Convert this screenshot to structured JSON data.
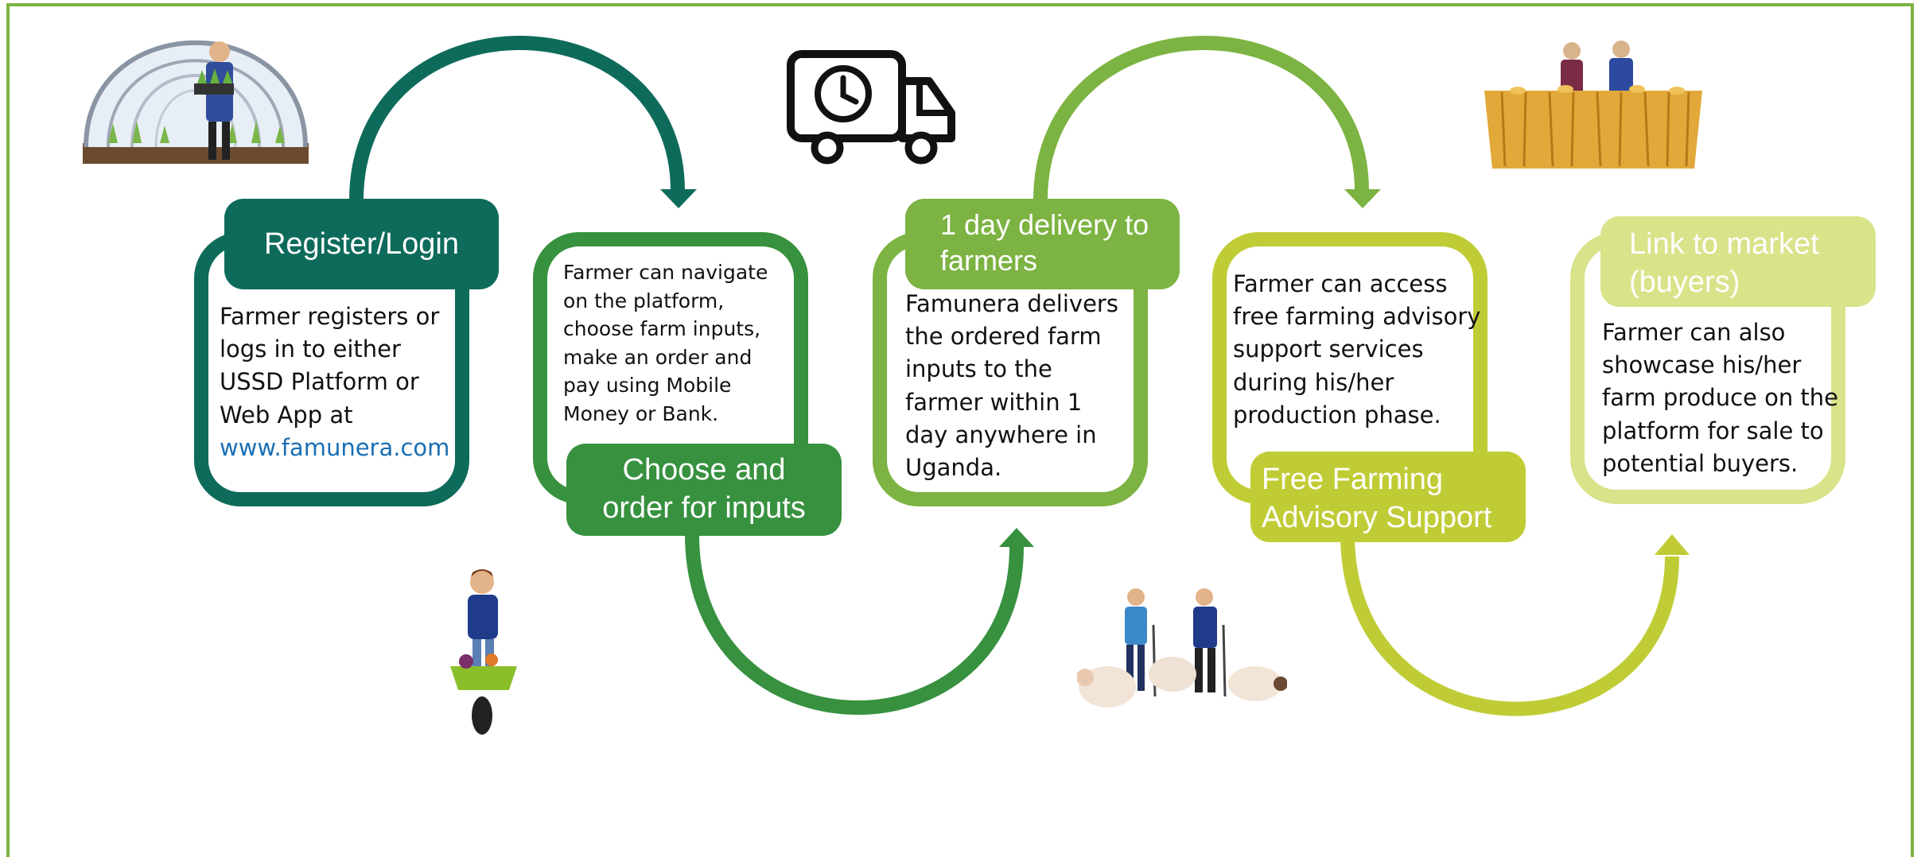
{
  "colors": {
    "frame": "#7cb342",
    "step1": "#0e6b5b",
    "step2": "#37913f",
    "step3": "#7cb342",
    "step4": "#c0cc35",
    "step5": "#d9e38a"
  },
  "steps": [
    {
      "title": "Register/Login",
      "lines": [
        "Farmer registers or",
        "logs in to either",
        "USSD Platform or",
        "Web App at"
      ],
      "link": "www.famunera.com"
    },
    {
      "title_lines": [
        "Choose and",
        "order for inputs"
      ],
      "lines": [
        "Farmer can navigate",
        "on the platform,",
        "choose farm inputs,",
        "make an order and",
        "pay using Mobile",
        "Money or Bank."
      ]
    },
    {
      "title_lines": [
        "1 day delivery to",
        "farmers"
      ],
      "lines": [
        "Famunera delivers",
        "the ordered farm",
        "inputs to the",
        "farmer within 1",
        "day anywhere in",
        "Uganda."
      ]
    },
    {
      "title_lines": [
        "Free Farming",
        "Advisory Support"
      ],
      "lines": [
        "Farmer can access",
        "free farming advisory",
        "support services",
        "during his/her",
        "production phase."
      ]
    },
    {
      "title_lines": [
        "Link to market",
        "(buyers)"
      ],
      "lines": [
        "Farmer can also",
        "showcase his/her",
        "farm produce on the",
        "platform for sale to",
        "potential buyers."
      ]
    }
  ],
  "illustrations": [
    "greenhouse-farmer-icon",
    "delivery-truck-icon",
    "wheat-field-farmers-icon",
    "wheelbarrow-farmer-icon",
    "hikers-with-sheep-icon"
  ]
}
